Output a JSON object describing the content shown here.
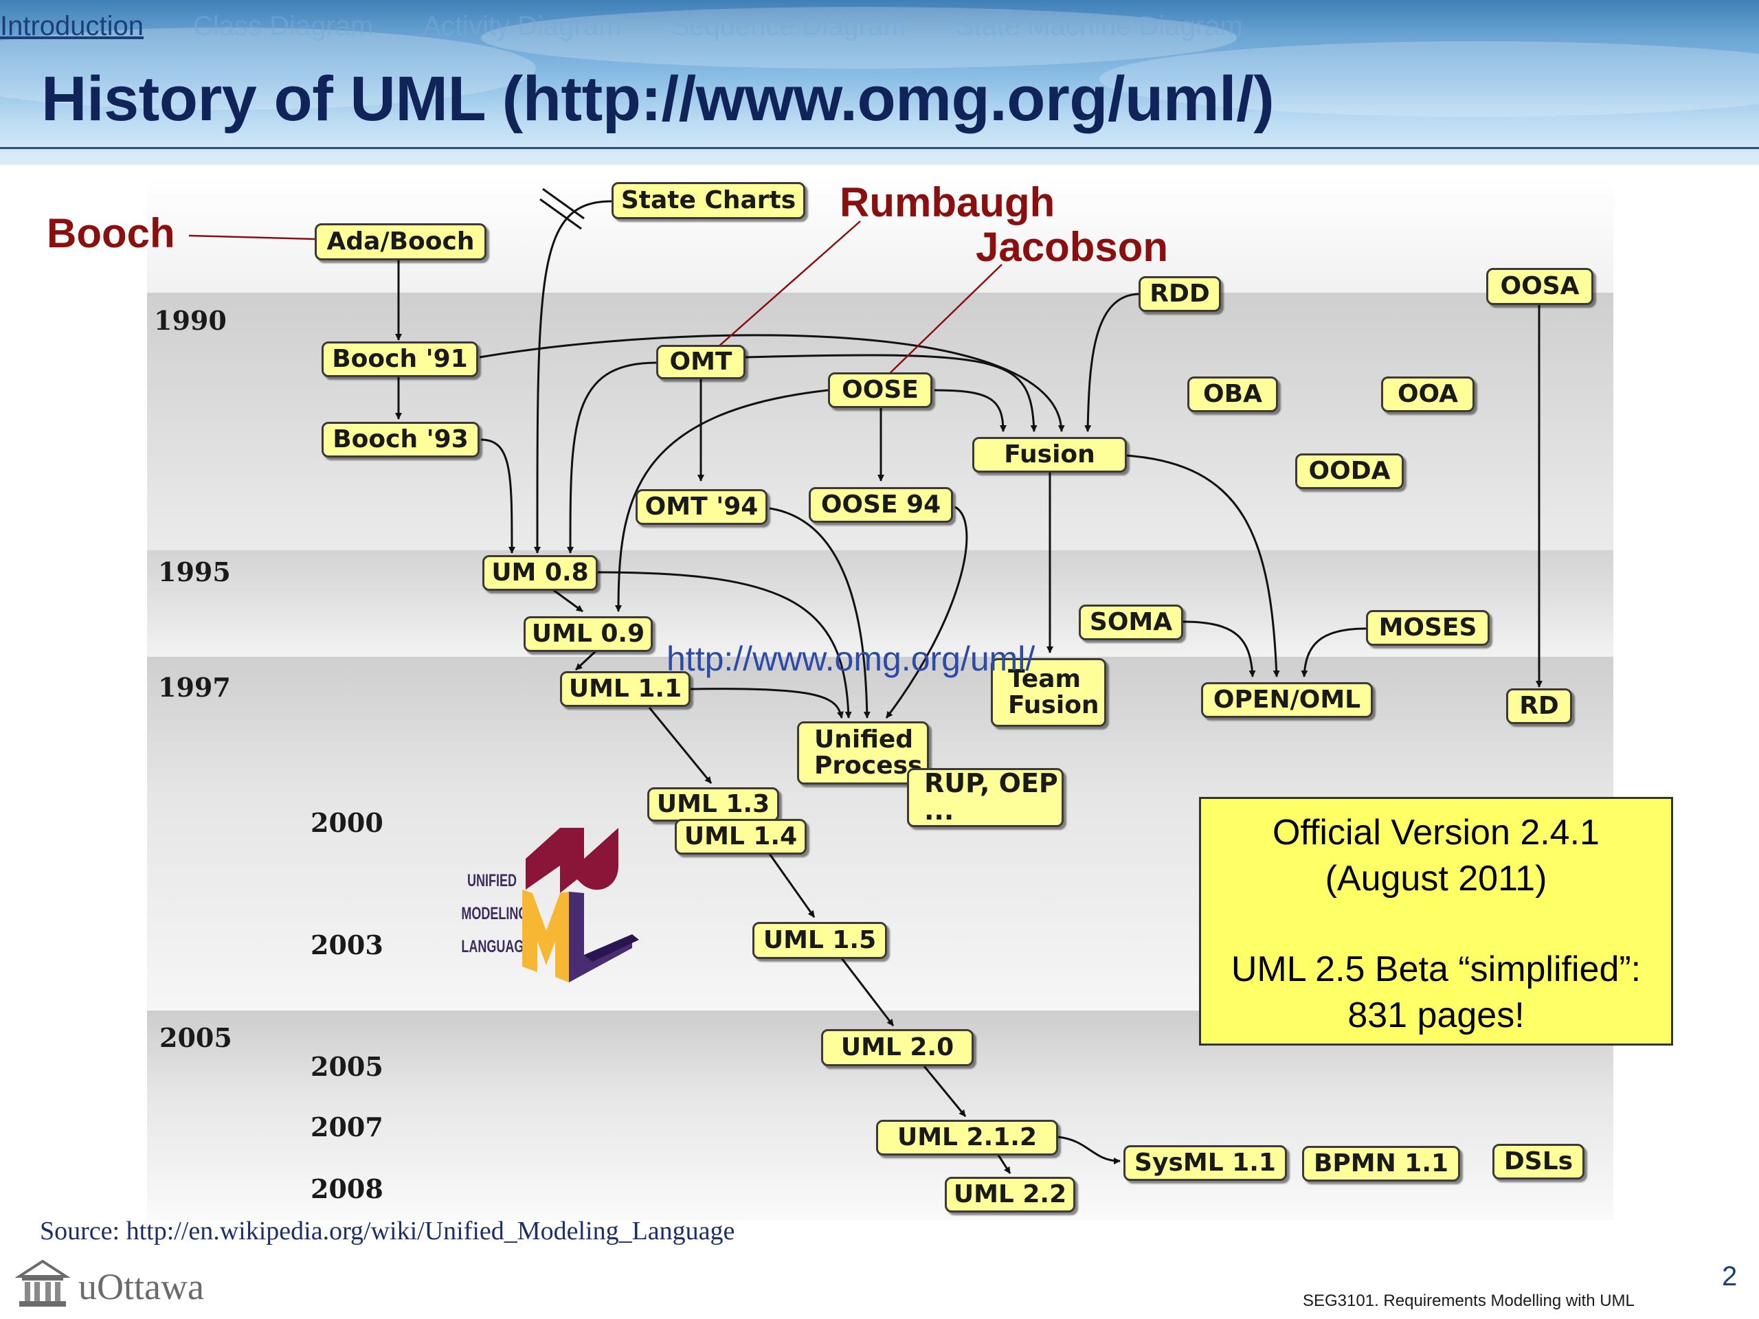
{
  "nav": {
    "tabs": [
      {
        "label": "Introduction",
        "active": true
      },
      {
        "label": "Class Diagram",
        "active": false
      },
      {
        "label": "Activity Diagram",
        "active": false
      },
      {
        "label": "Sequence Diagram",
        "active": false
      },
      {
        "label": "State Machine Diagram",
        "active": false
      }
    ]
  },
  "slide": {
    "title": "History of UML (http://www.omg.org/uml/)",
    "number": "2",
    "source": "Source: http://en.wikipedia.org/wiki/Unified_Modeling_Language",
    "footer_course": "SEG3101. Requirements Modelling with UML",
    "logo_text": "uOttawa"
  },
  "diagram": {
    "people": {
      "booch": "Booch",
      "rumbaugh": "Rumbaugh",
      "jacobson": "Jacobson"
    },
    "years_left": [
      "1990",
      "1995",
      "1997",
      "2005"
    ],
    "years_inner": [
      "2000",
      "2003",
      "2005",
      "2007",
      "2008"
    ],
    "nodes": {
      "state_charts": "State Charts",
      "ada_booch": "Ada/Booch",
      "rdd": "RDD",
      "oosa": "OOSA",
      "booch91": "Booch '91",
      "omt": "OMT",
      "oose": "OOSE",
      "oba": "OBA",
      "ooa": "OOA",
      "booch93": "Booch '93",
      "fusion": "Fusion",
      "ooda": "OODA",
      "omt94": "OMT '94",
      "oose94": "OOSE 94",
      "um08": "UM 0.8",
      "uml09": "UML 0.9",
      "soma": "SOMA",
      "moses": "MOSES",
      "uml11": "UML 1.1",
      "team_fusion_1": "Team",
      "team_fusion_2": "Fusion",
      "open_oml": "OPEN/OML",
      "rd": "RD",
      "unified_process_1": "Unified",
      "unified_process_2": "Process",
      "rup_oep_1": "RUP, OEP",
      "rup_oep_2": "...",
      "uml13": "UML 1.3",
      "uml14": "UML 1.4",
      "uml15": "UML 1.5",
      "uml20": "UML 2.0",
      "uml212": "UML 2.1.2",
      "uml22": "UML 2.2",
      "sysml": "SysML 1.1",
      "bpmn": "BPMN 1.1",
      "dsls": "DSLs"
    },
    "omg_url": "http://www.omg.org/uml/",
    "callout": {
      "line1": "Official Version 2.4.1",
      "line2": "(August 2011)",
      "line3": "UML 2.5 Beta “simplified”:",
      "line4": "831 pages!"
    },
    "logo": {
      "line1": "UNIFIED",
      "line2": "MODELING",
      "line3": "LANGUAGE",
      "letters": "UML"
    }
  }
}
